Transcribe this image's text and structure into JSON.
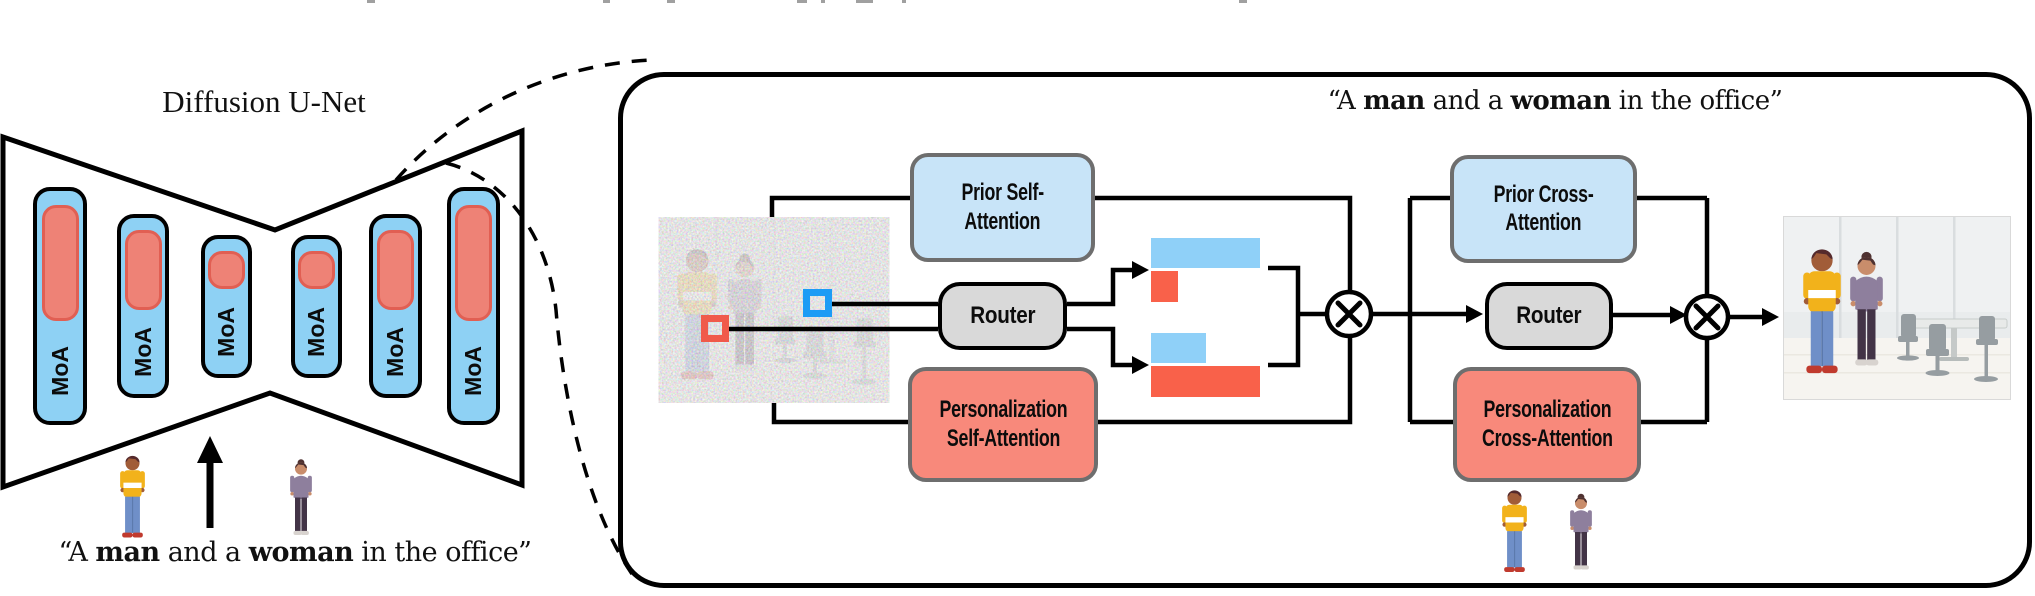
{
  "unet": {
    "title": "Diffusion U-Net",
    "block_label": "MoA",
    "block_count": 6
  },
  "prompt": {
    "pre": "“A ",
    "man": "man",
    "mid": " and a ",
    "woman": "woman",
    "post": " in the office”"
  },
  "moa_detail": {
    "boxes": {
      "prior_self": {
        "line1": "Prior Self-",
        "line2": "Attention"
      },
      "router_self": "Router",
      "personalization_self": {
        "line1": "Personalization",
        "line2": "Self-Attention"
      },
      "prior_cross": {
        "line1": "Prior Cross-",
        "line2": "Attention"
      },
      "router_cross": "Router",
      "personalization_cross": {
        "line1": "Personalization",
        "line2": "Cross-Attention"
      }
    },
    "operator_symbol": "⊗",
    "router_weights": {
      "self_attention": {
        "prior": 1.0,
        "personalization": 0.25
      },
      "cross_attention": {
        "prior": 0.5,
        "personalization": 1.0
      }
    }
  },
  "colors": {
    "moa_block_fill": "#8ED1F4",
    "moa_active_fill": "#EE8276",
    "moa_active_border": "#E15F53",
    "prior_box_fill": "#C8E4F8",
    "personalization_box_fill": "#F8897B",
    "router_fill": "#D9D9D9",
    "box_border": "#6E6E6E",
    "bar_prior": "#8FD0F8",
    "bar_personalization": "#F9614A",
    "patch_marker_blue": "#1C9CF5",
    "patch_marker_red": "#F05A4A",
    "line": "#000000"
  }
}
